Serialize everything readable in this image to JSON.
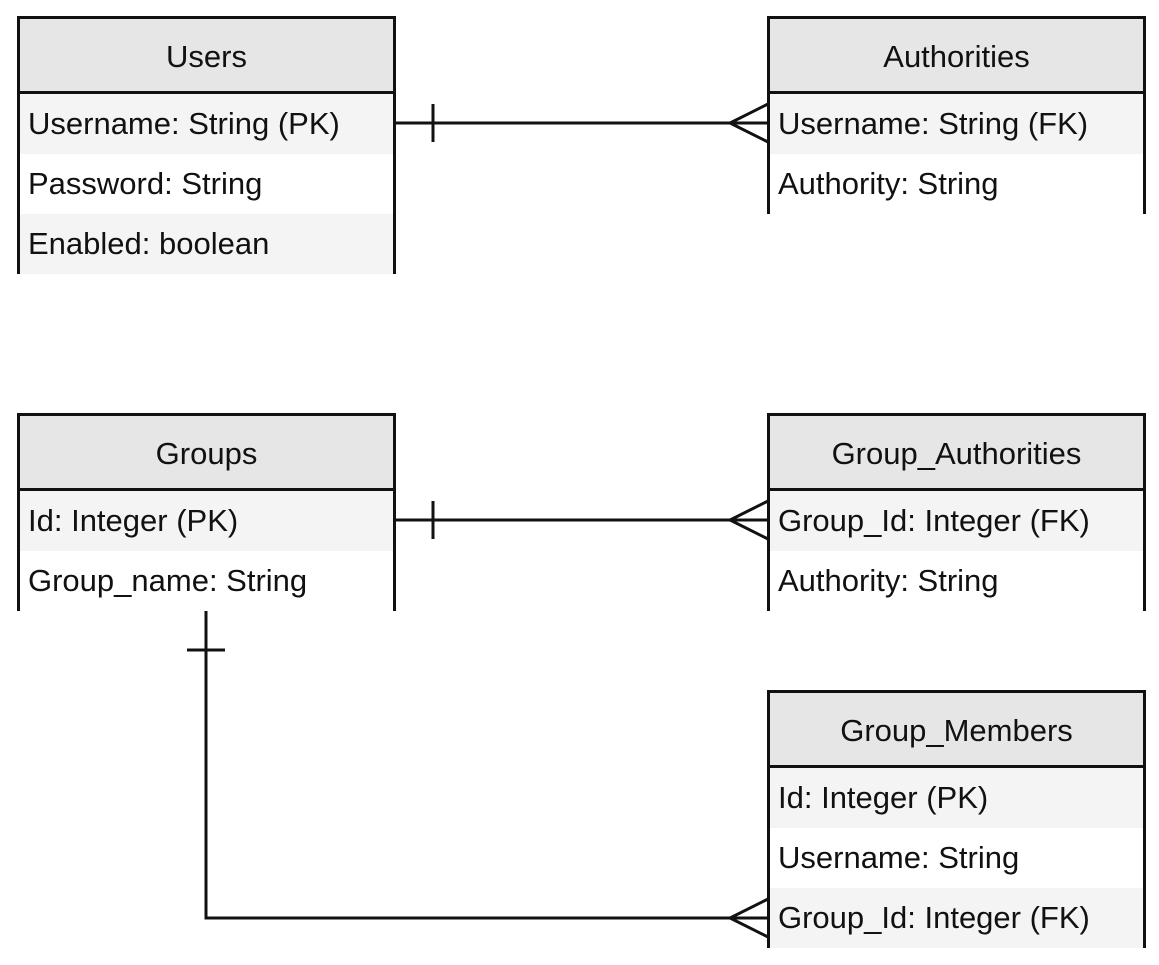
{
  "entities": {
    "users": {
      "title": "Users",
      "fields": [
        "Username: String (PK)",
        "Password: String",
        "Enabled: boolean"
      ]
    },
    "authorities": {
      "title": "Authorities",
      "fields": [
        "Username: String (FK)",
        "Authority: String"
      ]
    },
    "groups": {
      "title": "Groups",
      "fields": [
        "Id: Integer (PK)",
        "Group_name: String"
      ]
    },
    "group_authorities": {
      "title": "Group_Authorities",
      "fields": [
        "Group_Id: Integer (FK)",
        "Authority: String"
      ]
    },
    "group_members": {
      "title": "Group_Members",
      "fields": [
        "Id: Integer (PK)",
        "Username: String",
        "Group_Id: Integer (FK)"
      ]
    }
  },
  "relationships": [
    {
      "from": "users",
      "to": "authorities",
      "from_cardinality": "one",
      "to_cardinality": "many"
    },
    {
      "from": "groups",
      "to": "group_authorities",
      "from_cardinality": "one",
      "to_cardinality": "many"
    },
    {
      "from": "groups",
      "to": "group_members",
      "from_cardinality": "one",
      "to_cardinality": "many"
    }
  ],
  "colors": {
    "line": "#111111",
    "header_fill": "#e6e6e6",
    "row_alt_fill": "#f4f4f4"
  }
}
